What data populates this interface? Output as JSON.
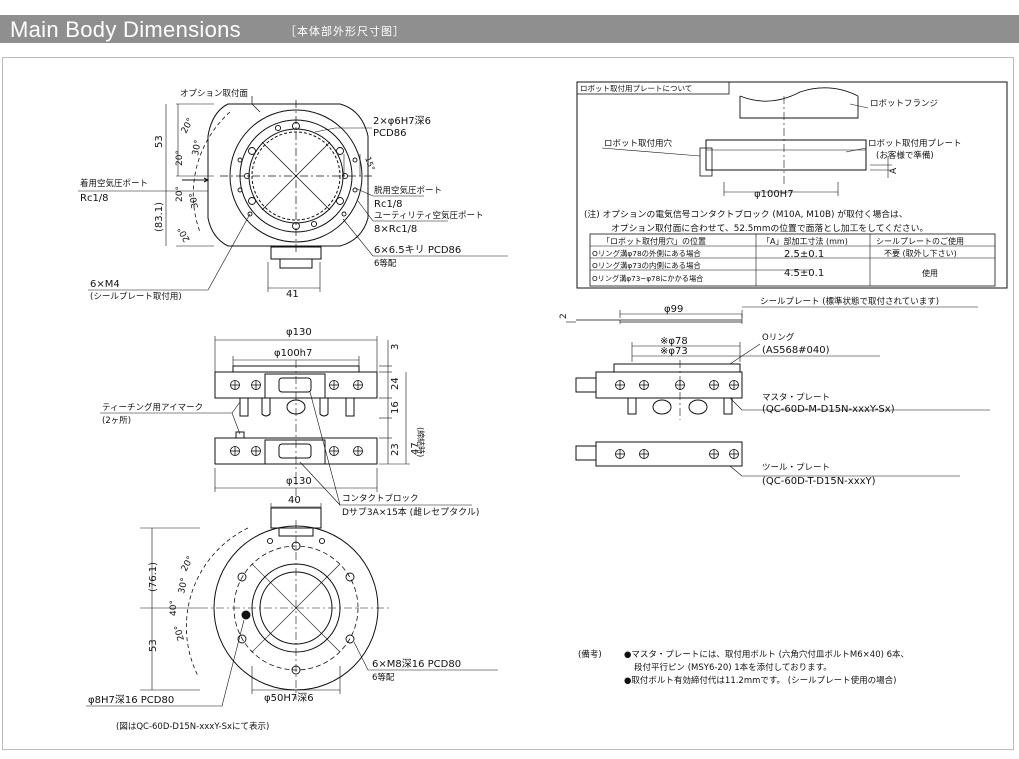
{
  "header": {
    "title": "Main Body Dimensions",
    "subtitle": "［本体部外形尺寸图］",
    "bg_color": "#8f8f8f"
  },
  "top_view": {
    "option_mount_face": "オプション取付面",
    "pins": "2×φ6H7深6",
    "pcd_top": "PCD86",
    "dim_53": "53",
    "dim_83": "(83.1)",
    "ang_20a": "20°",
    "ang_30a": "30°",
    "ang_20b": "20°",
    "ang_20c": "20°",
    "ang_30b": "30°",
    "ang_20d": "20°",
    "ang_15": "15°",
    "attach_port": "着用空気圧ポート",
    "attach_port_size": "Rc1/8",
    "detach_port": "脱用空気圧ポート",
    "detach_port_size": "Rc1/8",
    "utility_port": "ユーティリティ空気圧ポート",
    "utility_port_size": "8×Rc1/8",
    "holes_66": "6×6.5キリ PCD86",
    "equal_6": "6等配",
    "m4": "6×M4",
    "m4_note": "(シールプレート取付用)",
    "dim_41": "41"
  },
  "side_view": {
    "d130_top": "φ130",
    "d100h7": "φ100h7",
    "dim_3": "3",
    "dim_24": "24",
    "dim_16": "16",
    "dim_23": "23",
    "dim_47": "47",
    "locked": "(締結時)",
    "teaching_mark": "ティーチング用アイマーク",
    "teaching_count": "(2ヶ所)",
    "d130_bottom": "φ130",
    "contact_block": "コンタクトブロック",
    "dsub": "Dサブ3A×15本 (雌レセプタクル)"
  },
  "bottom_view": {
    "dim_40": "40",
    "dim_76": "(76.1)",
    "dim_53": "53",
    "ang_20": "20°",
    "ang_30": "30°",
    "ang_40": "40°",
    "ang_20b": "20°",
    "pin_hole": "φ8H7深16 PCD80",
    "d50": "φ50H7深6",
    "screws": "6×M8深16 PCD80",
    "equal_6": "6等配",
    "caption": "(図はQC-60D-D15N-xxxY-Sxにて表示)"
  },
  "plate_box": {
    "title": "ロボット取付用プレートについて",
    "robot_flange": "ロボットフランジ",
    "robot_hole": "ロボット取付用穴",
    "robot_plate": "ロボット取付用プレート",
    "customer_prep": "(お客様で準備)",
    "d100h7": "φ100H7",
    "label_a": "A",
    "note_1": "(注) オプションの電気信号コンタクトブロック (M10A, M10B) が取付く場合は、",
    "note_2": "オプション取付面に合わせて、52.5mmの位置で面落とし加工をしてください。",
    "table_headers": [
      "「ロボット取付用穴」の位置",
      "「A」部加工寸法 (mm)",
      "シールプレートのご使用"
    ],
    "table_rows": [
      [
        "Oリング溝φ78の外側にある場合",
        "2.5±0.1",
        "不要 (取外し下さい)"
      ],
      [
        "Oリング溝φ73の内側にある場合",
        "4.5±0.1",
        "使用"
      ],
      [
        "Oリング溝φ73~φ78にかかる場合",
        "",
        ""
      ]
    ]
  },
  "right_side": {
    "dim_2": "2",
    "d99": "φ99",
    "seal_plate": "シールプレート (標準状態で取付されています)",
    "d78": "※φ78",
    "d73": "※φ73",
    "o_ring": "Oリング",
    "o_ring_code": "(AS568#040)",
    "master_plate": "マスタ・プレート",
    "master_code": "(QC-60D-M-D15N-xxxY-Sx)",
    "tool_plate": "ツール・プレート",
    "tool_code": "(QC-60D-T-D15N-xxxY)"
  },
  "notes": {
    "label": "(備考)",
    "line_1": "●マスタ・プレートには、取付用ボルト (六角穴付皿ボルトM6×40) 6本、",
    "line_2": "段付平行ピン (MSY6-20) 1本を添付しております。",
    "line_3": "●取付ボルト有効締付代は11.2mmです。 (シールプレート使用の場合)"
  }
}
